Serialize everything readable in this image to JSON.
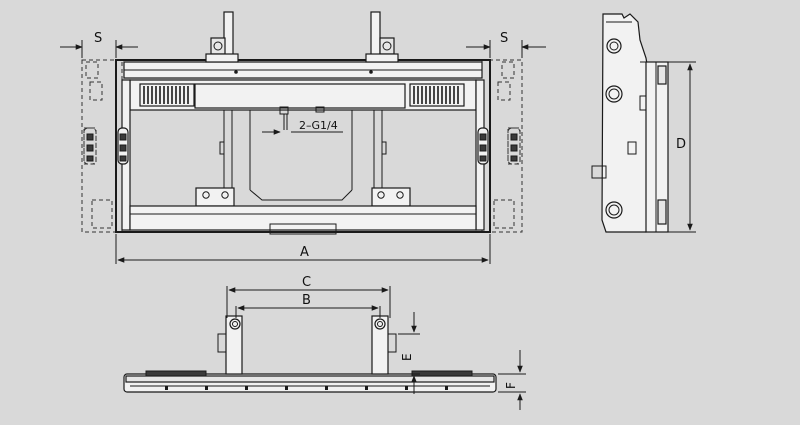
{
  "diagram": {
    "colors": {
      "background": "#d9d9d9",
      "line": "#1a1a1a"
    },
    "labels": {
      "s_left": "S",
      "s_right": "S",
      "a": "A",
      "b": "B",
      "c": "C",
      "d": "D",
      "e": "E",
      "f": "F",
      "port": "2–G1/4"
    },
    "views": [
      "front-view",
      "side-view",
      "top-view"
    ]
  }
}
